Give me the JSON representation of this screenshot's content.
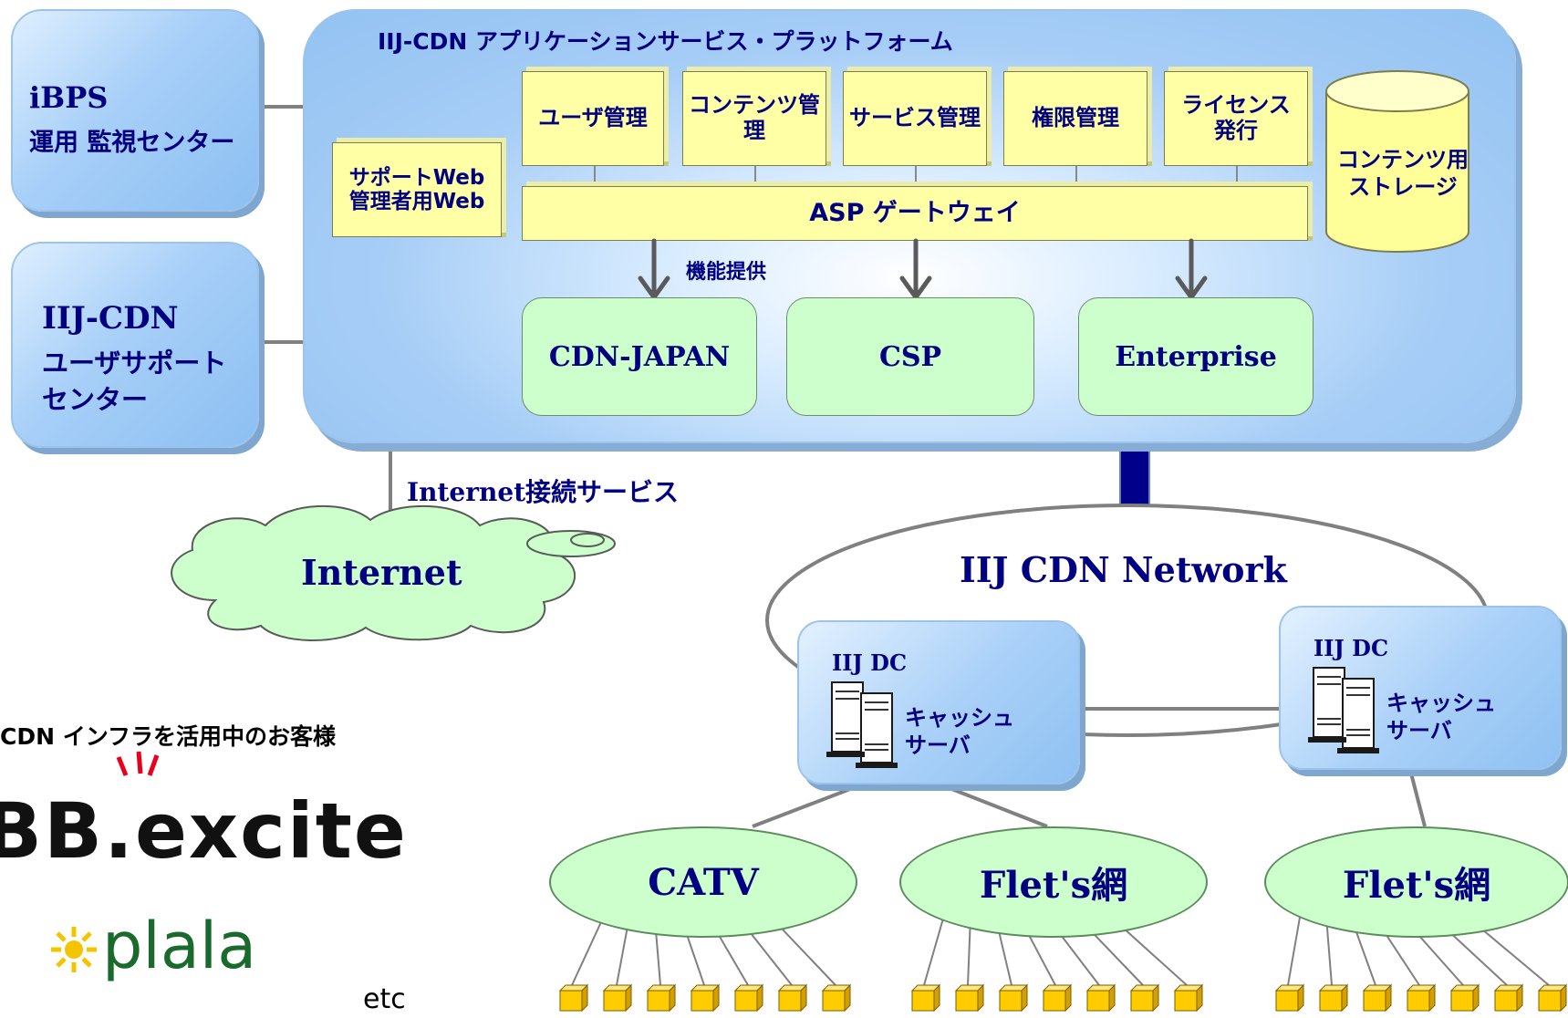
{
  "left_boxes": {
    "ibps": {
      "line1": "iBPS",
      "line2": "運用 監視センター"
    },
    "support": {
      "line1": "IIJ-CDN",
      "line2": "ユーザサポート",
      "line3": "センター"
    }
  },
  "platform": {
    "title": "IIJ-CDN アプリケーションサービス・プラットフォーム",
    "modules": [
      "ユーザ管理",
      "コンテンツ管理",
      "サービス管理",
      "権限管理",
      "ライセンス\n発行"
    ],
    "support_web": "サポートWeb\n管理者用Web",
    "storage": "コンテンツ用\nストレージ",
    "gateway": "ASP ゲートウェイ",
    "function_label": "機能提供",
    "services": [
      "CDN-JAPAN",
      "CSP",
      "Enterprise"
    ]
  },
  "internet": {
    "connection_label": "Internet接続サービス",
    "cloud_label": "Internet"
  },
  "cdn_network": {
    "label": "IIJ CDN Network",
    "dcs": [
      {
        "title": "IIJ DC",
        "server": "キャッシュ\nサーバ"
      },
      {
        "title": "IIJ DC",
        "server": "キャッシュ\nサーバ"
      }
    ],
    "access_networks": [
      "CATV",
      "Flet's網",
      "Flet's網"
    ]
  },
  "customers": {
    "title": "CDN インフラを活用中のお客様",
    "logo1": "BB.excite",
    "logo2": "plala",
    "etc": "etc"
  },
  "colors": {
    "navy": "#000080",
    "module_yellow": "#ffffa6",
    "service_green": "#ccffcc",
    "box_blue": "#a7cff8"
  },
  "icons": [
    "server-icon",
    "terminal-cube-icon",
    "cloud-shape",
    "cylinder-storage"
  ]
}
